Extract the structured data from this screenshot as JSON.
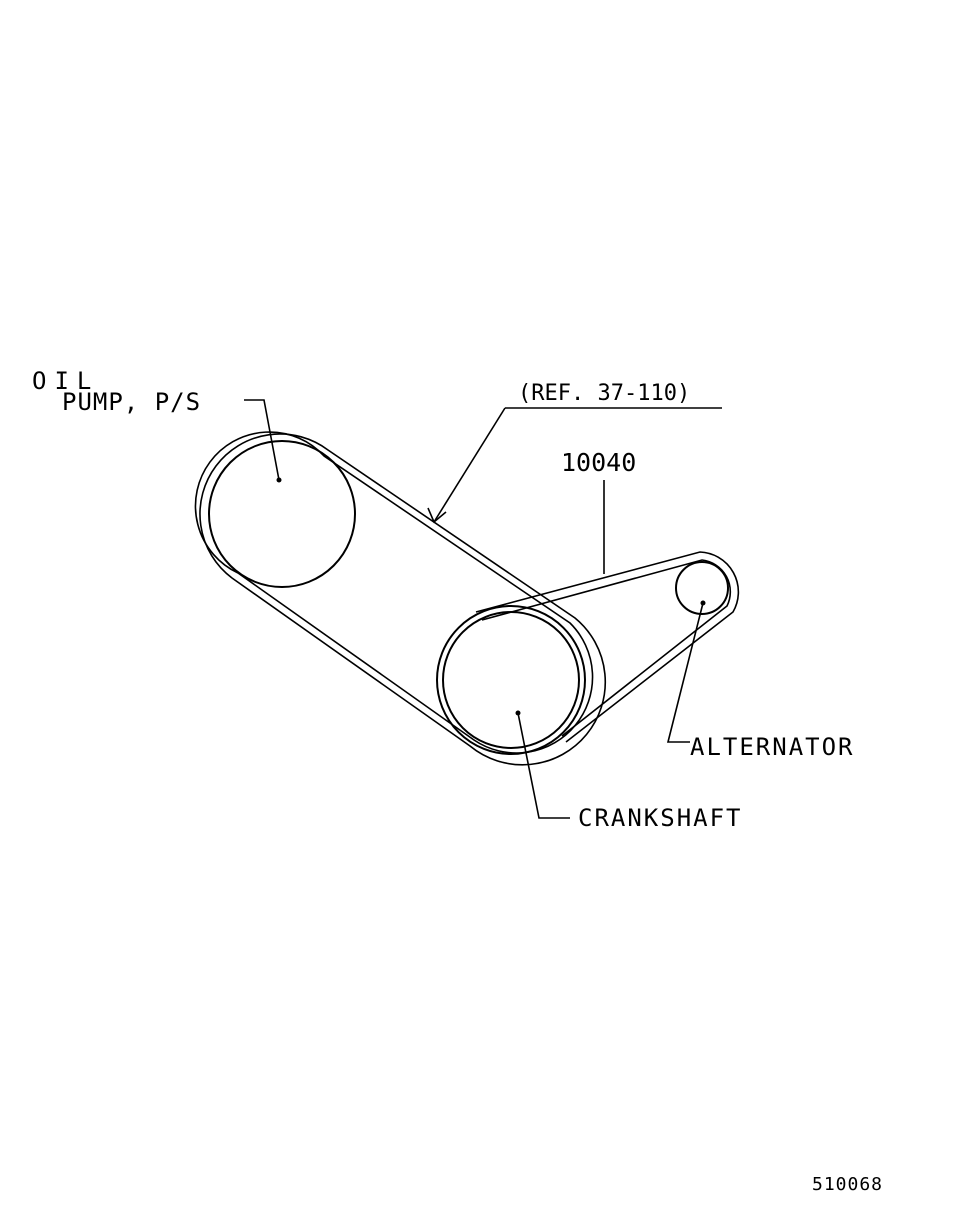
{
  "labels": {
    "oil_line1": "OIL",
    "oil_line2": "PUMP, P/S",
    "ref": "(REF. 37-110)",
    "part_number": "10040",
    "alternator": "ALTERNATOR",
    "crankshaft": "CRANKSHAFT",
    "drawing_number": "510068"
  }
}
